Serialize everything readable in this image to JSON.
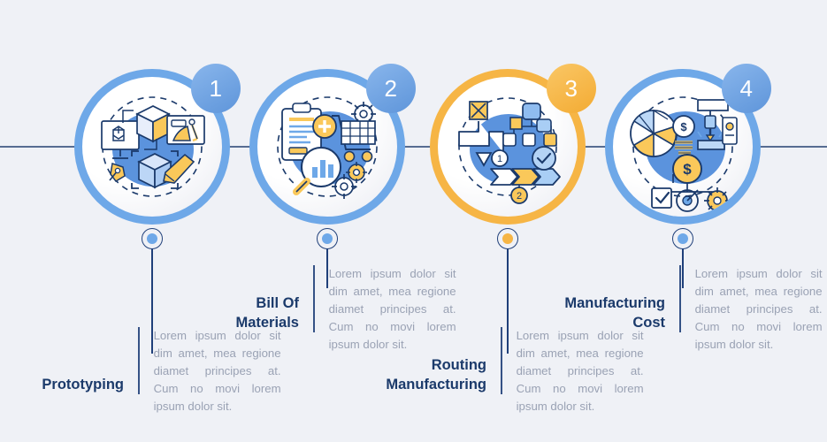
{
  "theme": {
    "background": "#eff1f6",
    "primary": "#6ea8e8",
    "accent": "#f6b545",
    "title_color": "#1b3a6b",
    "body_color": "#9aa2b4",
    "line_color": "#20407a"
  },
  "diagram": {
    "type": "timeline-infographic",
    "orientation": "horizontal",
    "step_count": 4
  },
  "steps": [
    {
      "number": "1",
      "title": "Prototyping",
      "body": "Lorem ipsum dolor sit dim amet, mea regione diamet principes at. Cum no movi lorem ipsum dolor sit.",
      "color": "primary",
      "icon": "prototyping-3d-cube-icon"
    },
    {
      "number": "2",
      "title": "Bill Of\nMaterials",
      "body": "Lorem ipsum dolor sit dim amet, mea regione diamet principes at. Cum no movi lorem ipsum dolor sit.",
      "color": "primary",
      "icon": "bill-of-materials-clipboard-cart-icon"
    },
    {
      "number": "3",
      "title": "Routing\nManufacturing",
      "body": "Lorem ipsum dolor sit dim amet, mea regione diamet principes at. Cum no movi lorem ipsum dolor sit.",
      "color": "accent",
      "icon": "routing-flowchart-arrows-icon"
    },
    {
      "number": "4",
      "title": "Manufacturing\nCost",
      "body": "Lorem ipsum dolor sit dim amet, mea regione diamet principes at. Cum no movi lorem ipsum dolor sit.",
      "color": "primary",
      "icon": "manufacturing-cost-piechart-coin-icon"
    }
  ]
}
